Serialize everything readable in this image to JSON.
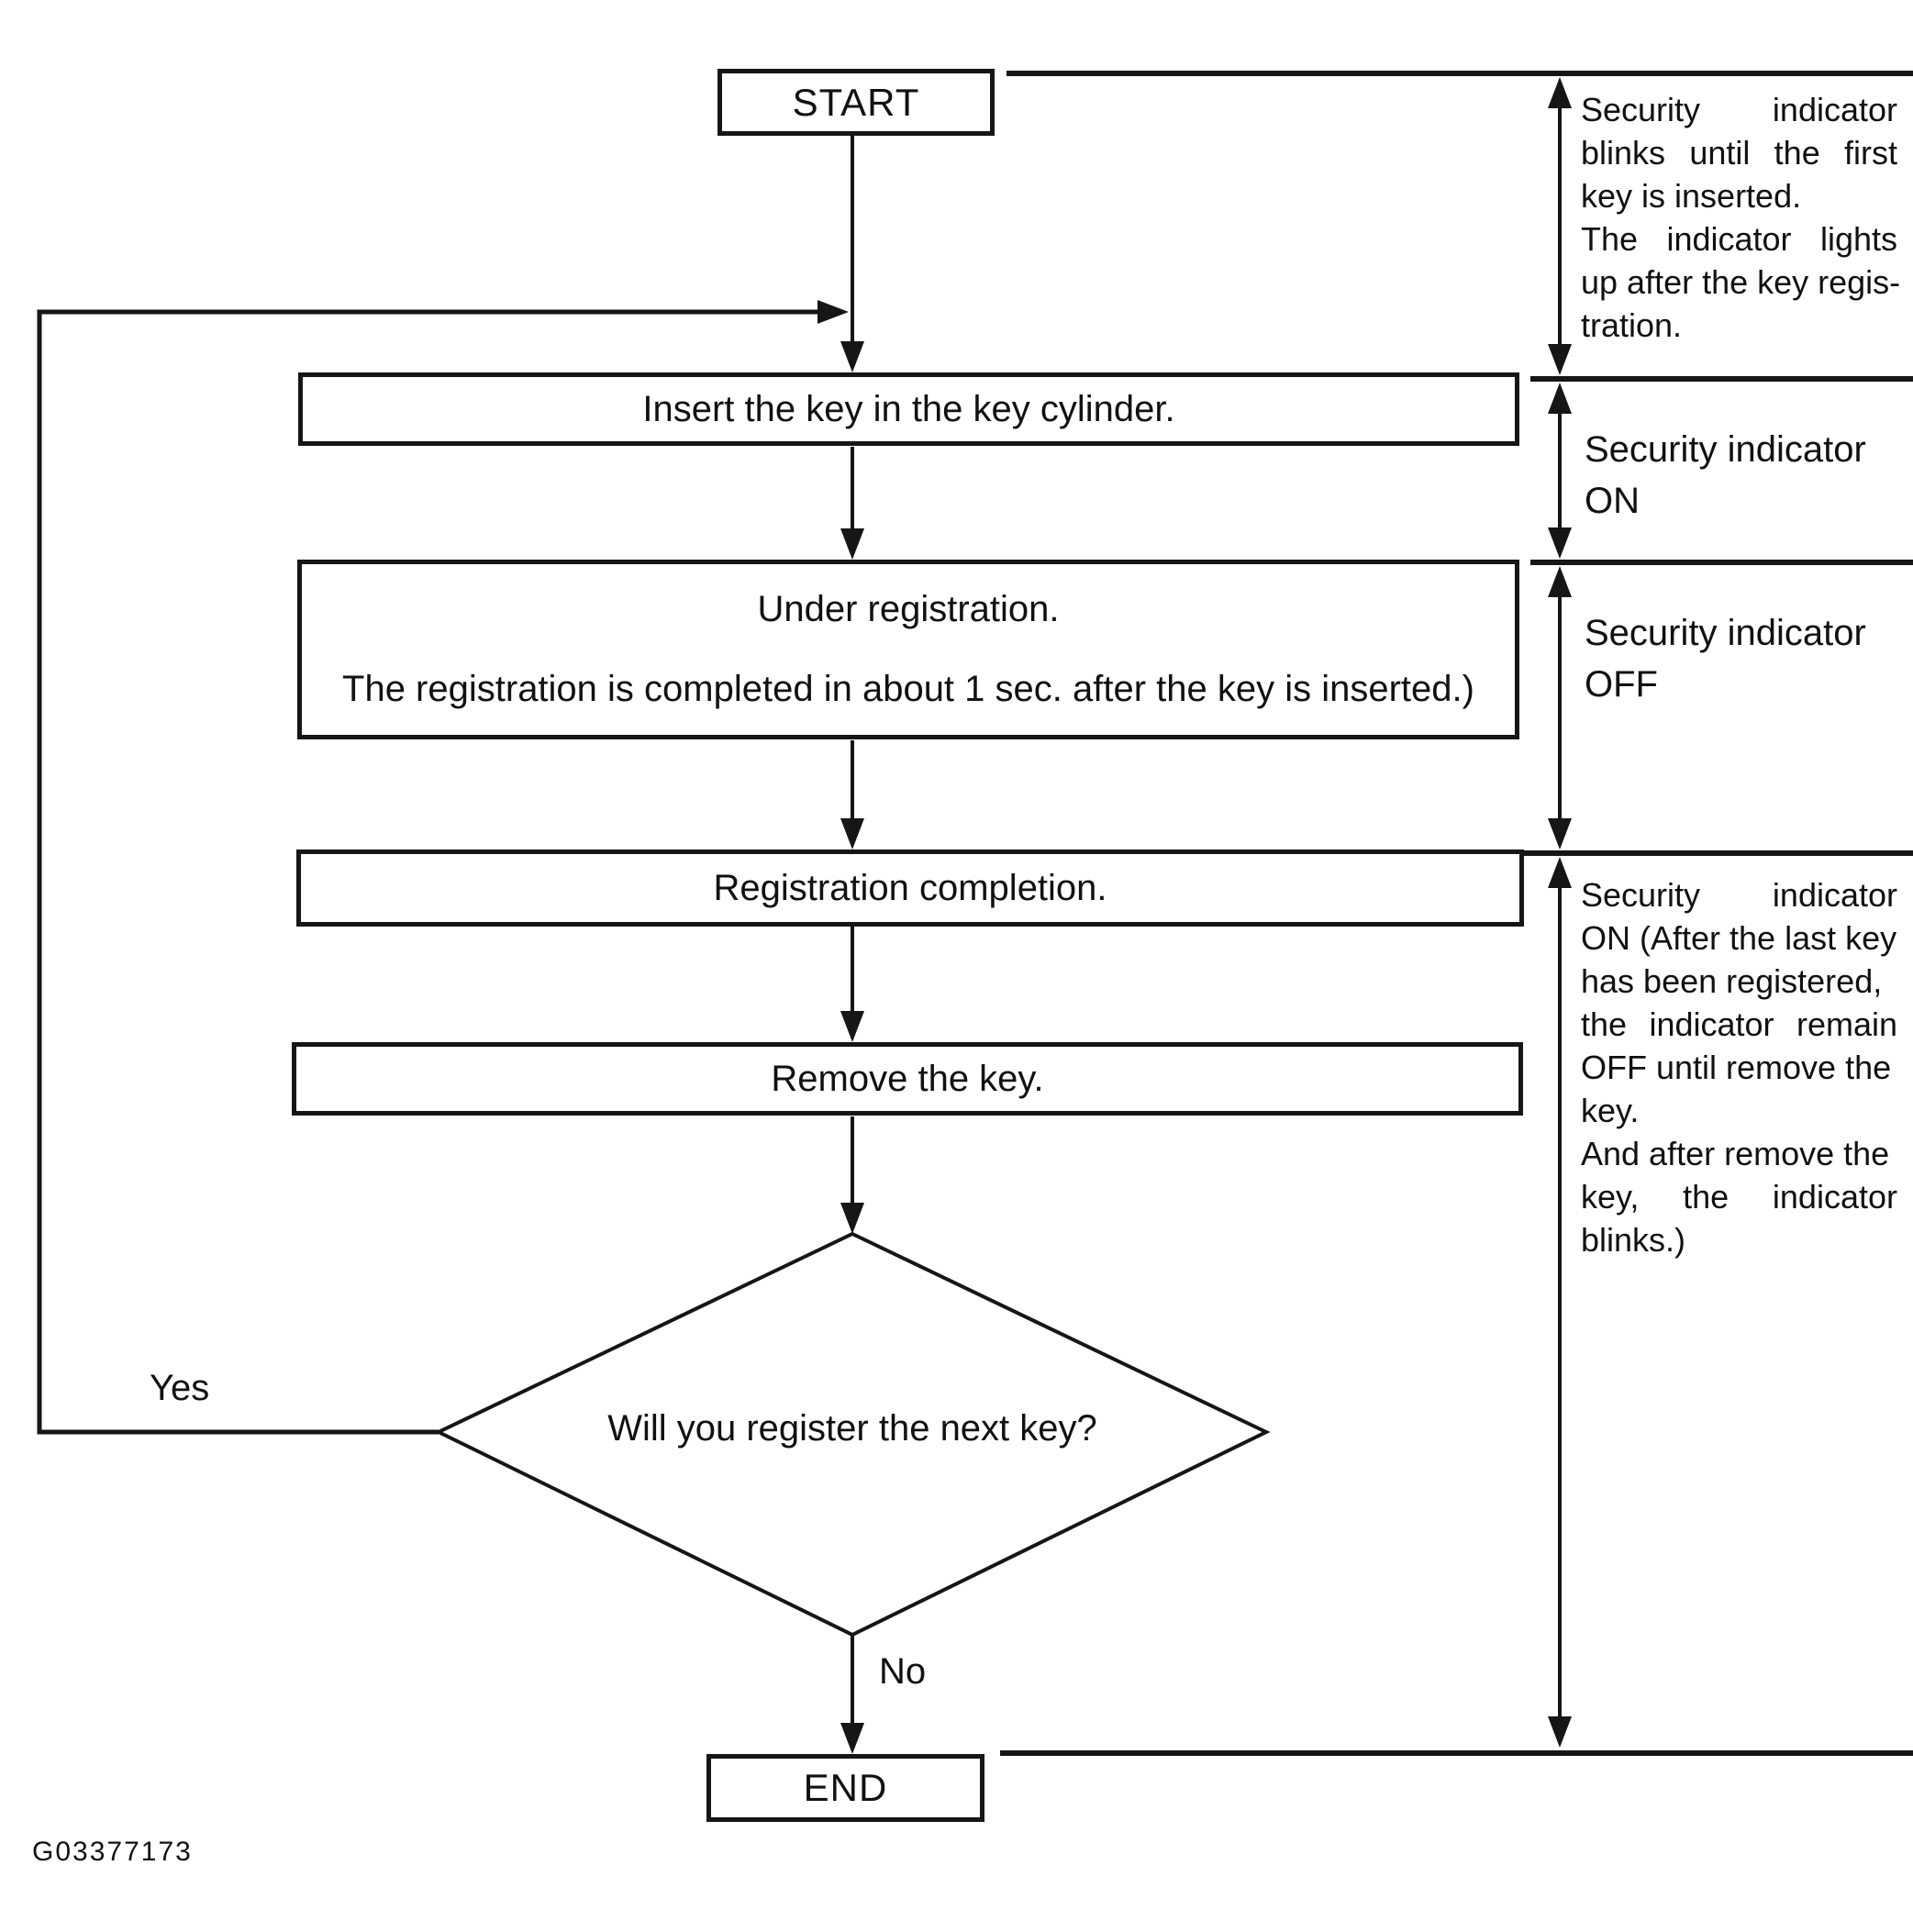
{
  "figure": {
    "code": "G03377173"
  },
  "nodes": {
    "start": {
      "label": "START"
    },
    "insert": {
      "label": "Insert the key in the key cylinder."
    },
    "under": {
      "line1": "Under registration.",
      "line2": "The registration is completed in about 1 sec. after the key is inserted.)"
    },
    "completion": {
      "label": "Registration completion."
    },
    "remove": {
      "label": "Remove the key."
    },
    "decision": {
      "label": "Will you register the next key?"
    },
    "end": {
      "label": "END"
    }
  },
  "edges": {
    "yes_label": "Yes",
    "no_label": "No"
  },
  "annotations": {
    "a1": {
      "text": "Security indicator blinks until the first key is inserted. The indicator lights up after the key registration.",
      "lines": [
        "Security indicator",
        "blinks until the first",
        "key is inserted.",
        "The indicator lights",
        "up after the key regis-",
        "tration."
      ]
    },
    "a2": {
      "text": "Security indicator ON",
      "lines": [
        "Security indicator",
        "ON"
      ]
    },
    "a3": {
      "text": "Security indicator OFF",
      "lines": [
        "Security indicator",
        "OFF"
      ]
    },
    "a4": {
      "text": "Security indicator ON (After the last key has been registered, the indicator remain OFF until remove the key. And after remove the key, the indicator blinks.)",
      "lines": [
        "Security indicator",
        "ON (After the last key",
        "has been registered,",
        "the indicator remain",
        "OFF until remove the",
        "key.",
        "And after remove the",
        "key, the indicator",
        "blinks.)"
      ]
    }
  },
  "colors": {
    "ink": "#161616",
    "paper": "#ffffff"
  }
}
